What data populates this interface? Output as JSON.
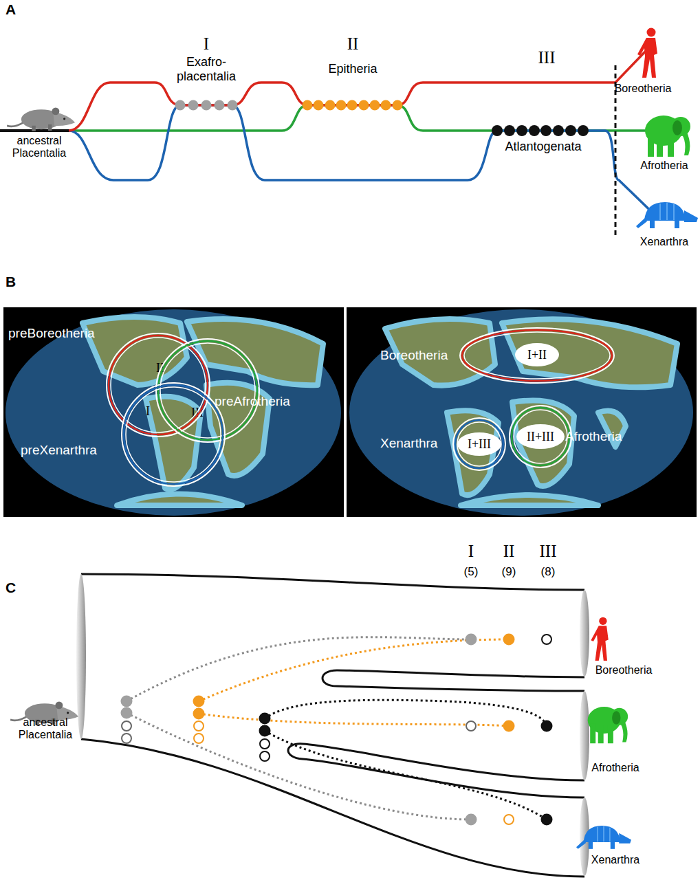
{
  "diagram": {
    "nodes": [
      {
        "text": [
          "preBoreotheria"
        ]
      },
      {
        "text": [
          "preAfrotheria"
        ]
      },
      {
        "text": [
          "preXenarthra"
        ]
      },
      {
        "text": [
          "Boreotheria"
        ]
      },
      {
        "text": [
          "I+II"
        ],
        "in": 3
      },
      {
        "text": [
          "Afrotheria"
        ]
      },
      {
        "text": [
          "II+III"
        ],
        "in": 5
      },
      {
        "text": [
          "Xenarthra"
        ]
      },
      {
        "text": [
          "I+III"
        ],
        "in": 7
      }
    ],
    "labels": [
      "A",
      "I",
      "Exafro- placentalia",
      "II",
      "Epitheria",
      "III",
      "Atlantogenata",
      "Boreotheria",
      "Afrotheria",
      "Xenarthra",
      "ancestral Placentalia",
      "B",
      "I",
      "II",
      "III",
      "C",
      "I",
      "II",
      "III",
      "(5)",
      "(9)",
      "(8)",
      "ancestral Placentalia",
      "Boreotheria",
      "Afrotheria",
      "Xenarthra"
    ]
  }
}
